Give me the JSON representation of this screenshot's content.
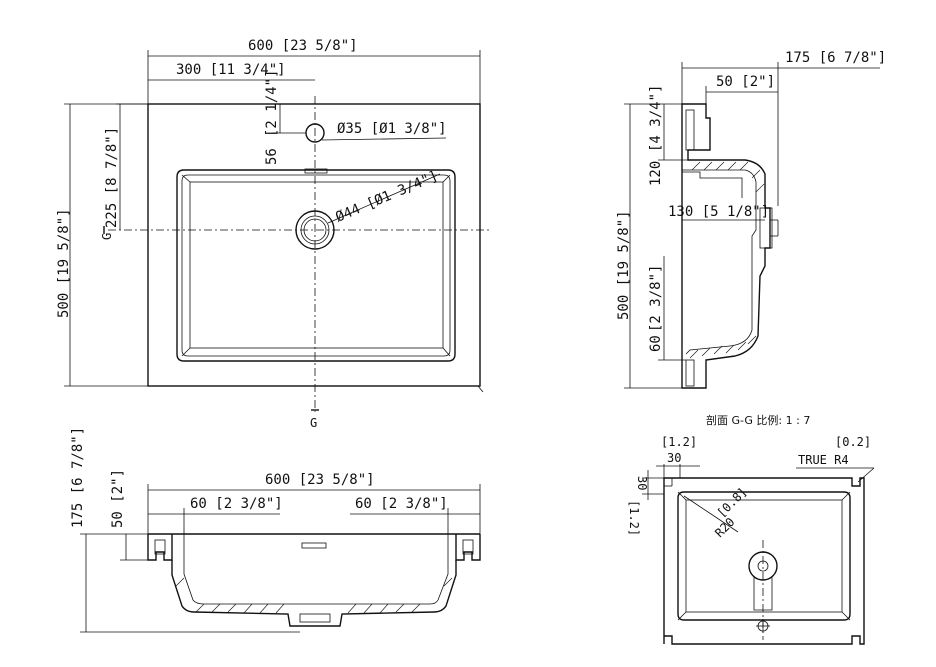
{
  "top_view": {
    "width_overall": "600 [23 5/8\"]",
    "width_half": "300 [11 3/4\"]",
    "hole_offset_in": "[2 1/4\"]",
    "hole_offset_mm": "56",
    "tap_hole": "Ø35 [Ø1 3/8\"]",
    "drain": "Ø44 [Ø1 3/4\"]",
    "drain_from_top": "225 [8 7/8\"]",
    "depth_overall": "500 [19 5/8\"]",
    "section_mark_left": "G",
    "section_mark_bottom": "G"
  },
  "side_view": {
    "total_height": "175 [6 7/8\"]",
    "deck": "50 [2\"]",
    "top_offset_in": "[4 3/4\"]",
    "top_offset_mm": "120",
    "bowl_depth": "130 [5 1/8\"]",
    "depth_overall": "500 [19 5/8\"]",
    "bottom_offset_in": "[2 3/8\"]",
    "bottom_offset_mm": "60"
  },
  "front_view": {
    "total_height": "175 [6 7/8\"]",
    "deck": "50 [2\"]",
    "width_overall": "600 [23 5/8\"]",
    "left_margin": "60 [2 3/8\"]",
    "right_margin": "60 [2 3/8\"]"
  },
  "section_view": {
    "title": "剖面 G-G 比例: 1 : 7",
    "edge_in": "[1.2]",
    "edge_mm": "30",
    "edge_in_vertical": "[1.2]",
    "edge_mm_vertical": "30",
    "corner_in": "[0.2]",
    "corner_radius": "TRUE  R4",
    "inner_in": "[0.8]",
    "inner_radius": "R20"
  }
}
